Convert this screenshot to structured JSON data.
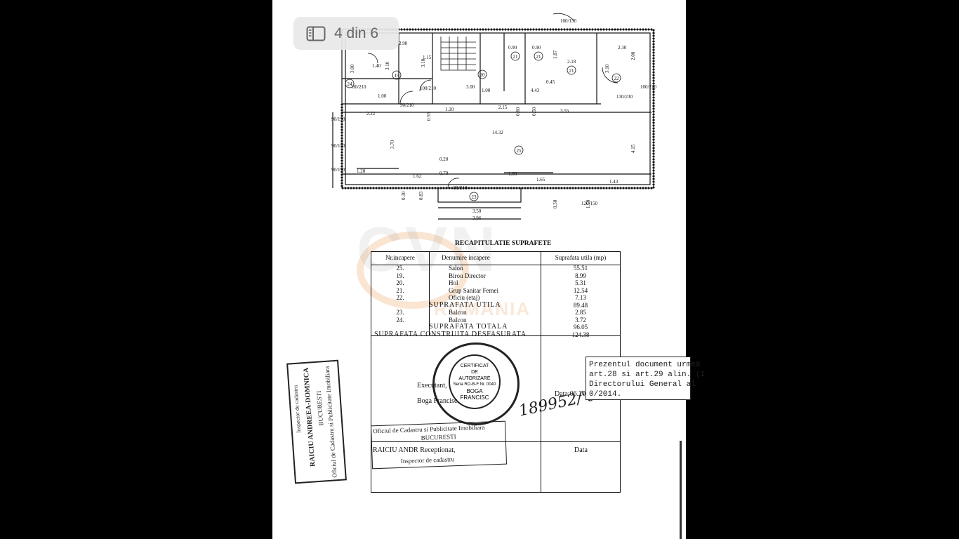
{
  "pager": {
    "text": "4 din 6",
    "icon": "sidebar-icon"
  },
  "plan": {
    "rooms": [
      "19",
      "20",
      "21",
      "21",
      "21",
      "22",
      "23",
      "24",
      "25"
    ],
    "dims": [
      "2.90",
      "1.15",
      "3.10",
      "1.40",
      "3.00",
      "3.10",
      "3.00",
      "1.00",
      "1.00",
      "0.90",
      "0.90",
      "1.87",
      "2.18",
      "4.43",
      "0.45",
      "2.30",
      "2.00",
      "3.10",
      "2.22",
      "1.10",
      "2.15",
      "3.55",
      "14.32",
      "3.70",
      "4.15",
      "0.20",
      "0.70",
      "1.20",
      "1.62",
      "1.00",
      "1.65",
      "1.43",
      "3.50",
      "3.96",
      "0.55",
      "0.30",
      "0.83",
      "0.30",
      "0.50",
      "0.60",
      "1.50"
    ],
    "door_marks": [
      "90/210",
      "100/210",
      "80/210",
      "100/210",
      "130/230",
      "90/150",
      "90/150",
      "90/150",
      "120/150",
      "100/150",
      "80/210"
    ]
  },
  "watermark": {
    "main": "CVN",
    "sub": "ROMANIA"
  },
  "recap": {
    "title": "RECAPITULATIE SUPRAFETE",
    "headers": [
      "Nr.incapere",
      "Denumire incapere",
      "Suprafata utila (mp)"
    ],
    "rows": [
      {
        "nr": "25.",
        "name": "Salon",
        "area": "55.51"
      },
      {
        "nr": "19.",
        "name": "Birou Director",
        "area": "8.99"
      },
      {
        "nr": "20.",
        "name": "Hol",
        "area": "5.31"
      },
      {
        "nr": "21.",
        "name": "Grup Sanitar Femei",
        "area": "12.54"
      },
      {
        "nr": "22.",
        "name": "Oficiu (etaj)",
        "area": "7.13"
      }
    ],
    "utila": {
      "label": "SUPRAFATA UTILA",
      "value": "89.48"
    },
    "balcony_rows": [
      {
        "nr": "23.",
        "name": "Balcon",
        "area": "2.85"
      },
      {
        "nr": "24.",
        "name": "Balcon",
        "area": "3.72"
      }
    ],
    "totala": {
      "label": "SUPRAFATA TOTALA",
      "value": "96.05"
    },
    "construita": {
      "label": "SUPRAFATA CONSTRUITA DESFASURATA",
      "value": "124.38"
    }
  },
  "seal": {
    "l1": "CERTIFICAT",
    "l2": "DE",
    "l3": "AUTORIZARE",
    "l4": "Seria RO-B-F Nr. 0040",
    "l5": "BOGA",
    "l6": "FRANCISC"
  },
  "executant": {
    "label": "Executant,",
    "name": "Boga Francisc",
    "date": "Data:06.2020"
  },
  "serial": "189952/'02.",
  "stamp_left": {
    "l1": "Oficiul de Cadastru si Publicitate Imobiliara",
    "l2": "BUCURESTI",
    "l3": "RAICIU ANDREEA-DOMNICA",
    "l4": "Inspector de cadastru"
  },
  "ocpi": {
    "l1": "Oficiul de Cadastru si Publicitate Imobiliara",
    "l2": "BUCURESTI",
    "l3": "Inspector de cadastru"
  },
  "receptionat": {
    "label": "RAICIU ANDR Receptionat,",
    "date": "Data"
  },
  "notice": {
    "l1": "Prezentul document urmea",
    "l2": "art.28 si art.29 alin. (1",
    "l3": "Directorului General al",
    "l4": "0/2014."
  }
}
